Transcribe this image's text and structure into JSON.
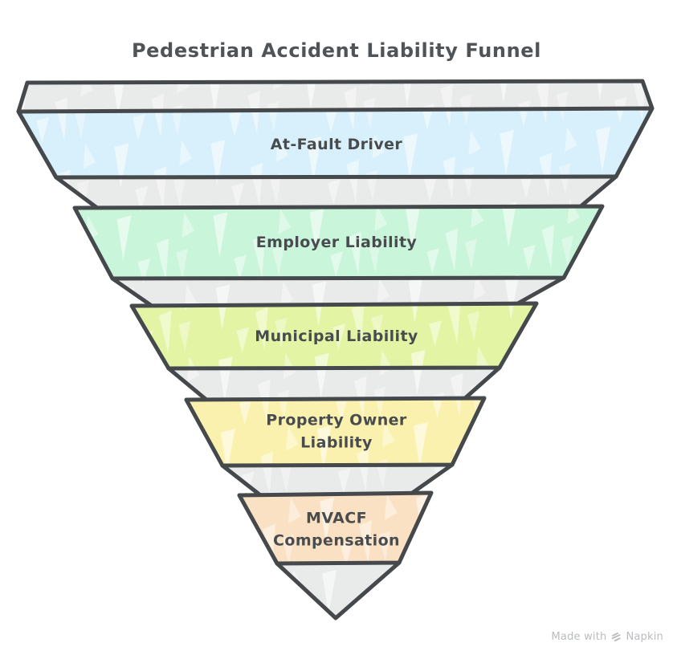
{
  "title": "Pedestrian Accident Liability Funnel",
  "funnel": {
    "back_fill": "#e9eaea",
    "outline_color": "#45494c",
    "text_color": "#484c4f",
    "levels": [
      {
        "label": "At-Fault Driver",
        "fill": "#d8f0fb"
      },
      {
        "label": "Employer Liability",
        "fill": "#c9f5da"
      },
      {
        "label": "Municipal Liability",
        "fill": "#e3f5a4"
      },
      {
        "label": "Property Owner Liability",
        "fill": "#fbf1ae"
      },
      {
        "label": "MVACF Compensation",
        "fill": "#fbe1c3"
      }
    ]
  },
  "watermark": {
    "made_with": "Made with",
    "brand": "Napkin"
  }
}
